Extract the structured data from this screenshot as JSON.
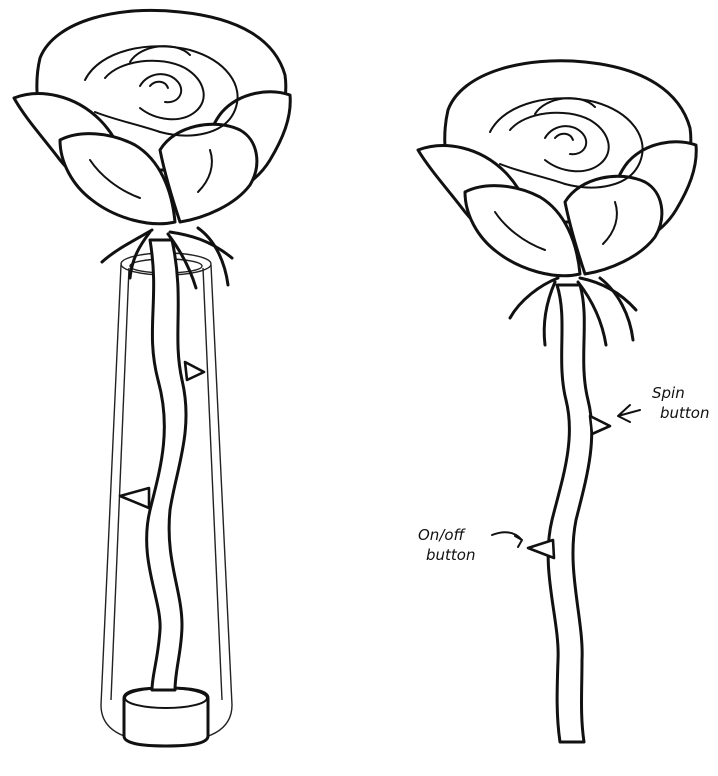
{
  "annotations": {
    "spin": {
      "line1": "Spin",
      "line2": "button"
    },
    "onoff": {
      "line1": "On/off",
      "line2": "button"
    }
  },
  "colors": {
    "ink": "#111111",
    "paper": "#ffffff"
  }
}
